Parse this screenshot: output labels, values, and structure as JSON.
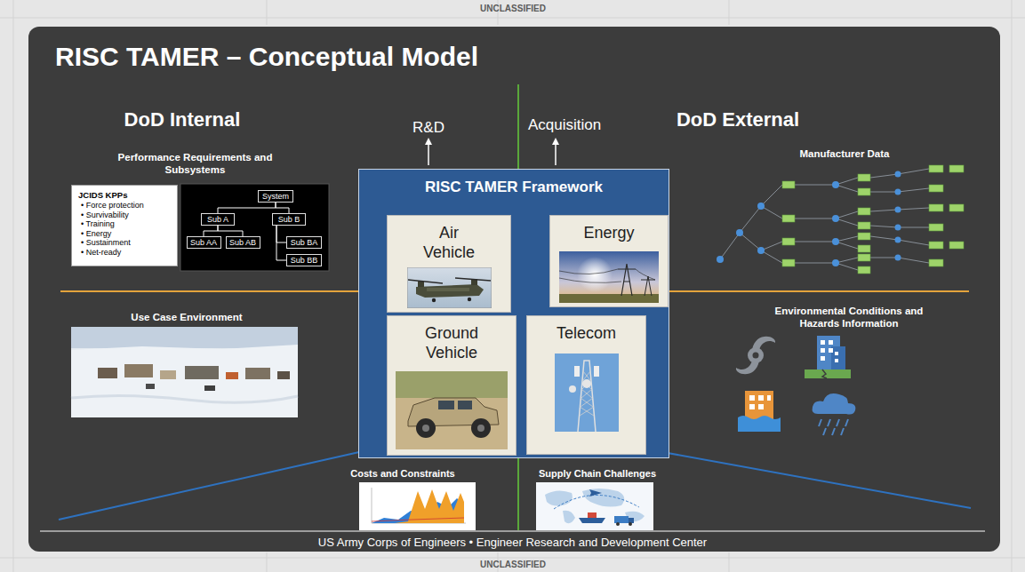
{
  "diagram": {
    "title": "RISC TAMER – Conceptual Model",
    "nodes": [
      {
        "text": [
          "JCIDS KPPs",
          "• Force protection",
          "• Survivability",
          "• Training",
          "• Energy",
          "• Sustainment",
          "• Net-ready"
        ]
      },
      {
        "text": [
          "System"
        ]
      },
      {
        "text": [
          "Sub A"
        ]
      },
      {
        "text": [
          "Sub B"
        ]
      },
      {
        "text": [
          "Sub AA"
        ]
      },
      {
        "text": [
          "Sub AB"
        ]
      },
      {
        "text": [
          "Sub BA"
        ]
      },
      {
        "text": [
          "Sub BB"
        ]
      },
      {
        "text": [
          "RISC TAMER Framework"
        ]
      },
      {
        "text": [
          "Air Vehicle"
        ],
        "in": 8
      },
      {
        "text": [
          "Energy"
        ],
        "in": 8
      },
      {
        "text": [
          "Ground Vehicle"
        ],
        "in": 8
      },
      {
        "text": [
          "Telecom"
        ],
        "in": 8
      }
    ],
    "edges": [
      {
        "from": 1,
        "to": 2,
        "arrow": "none"
      },
      {
        "from": 1,
        "to": 3,
        "arrow": "none"
      },
      {
        "from": 2,
        "to": 4,
        "arrow": "none"
      },
      {
        "from": 2,
        "to": 5,
        "arrow": "none"
      },
      {
        "from": 3,
        "to": 6,
        "arrow": "none"
      },
      {
        "from": 3,
        "to": 7,
        "arrow": "none"
      }
    ],
    "labels": [
      "UNCLASSIFIED",
      "DoD Internal",
      "R&D",
      "Acquisition",
      "DoD External",
      "Performance Requirements and Subsystems",
      "Manufacturer Data",
      "Use Case Environment",
      "Environmental Conditions and Hazards Information",
      "Costs and Constraints",
      "Supply Chain Challenges",
      "US Army Corps of Engineers • Engineer Research and Development Center",
      "UNCLASSIFIED"
    ]
  }
}
